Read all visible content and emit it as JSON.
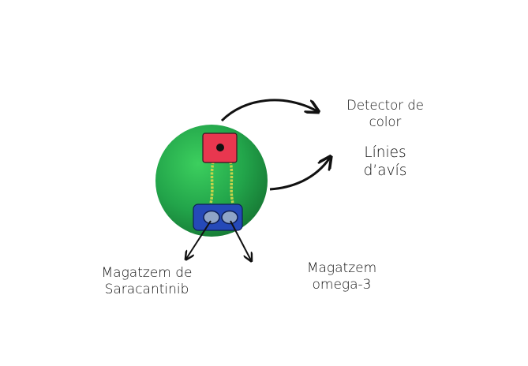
{
  "labels": {
    "detector": [
      "Detector de",
      "color"
    ],
    "warning_lines": [
      "Línies",
      "d’avís"
    ],
    "saracantinib_store": [
      "Magatzem de",
      "Saracantinib"
    ],
    "omega_store": [
      "Magatzem",
      "omega-3"
    ]
  },
  "colors": {
    "sphere": "#22a44a",
    "sensor": "#e8374f",
    "storage": "#2549b8",
    "thread": "#c9d24a",
    "arrow": "#111111"
  }
}
